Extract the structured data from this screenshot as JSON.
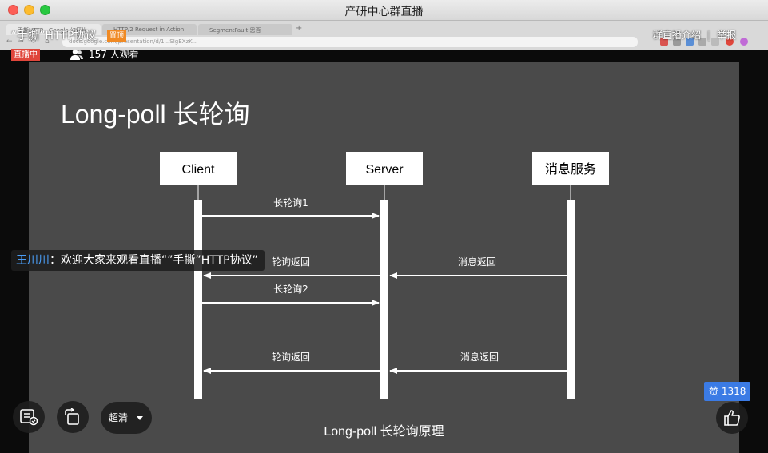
{
  "window": {
    "title": "产研中心群直播"
  },
  "browser": {
    "tabs": [
      "手撕HTTP - Google 幻灯片",
      "HTTP/2 Request in Action",
      "SegmentFault 思否"
    ],
    "url": "docs.google.com/presentation/d/1...SIgEXzK..."
  },
  "live": {
    "title": "“手撕”HTTP协议",
    "pin_tag": "置顶",
    "status": "直播中",
    "viewers": "157 人观看",
    "intro_link": "群直播介绍",
    "report_link": "举报"
  },
  "slide": {
    "title": "Long-poll 长轮询",
    "caption": "Long-poll 长轮询原理",
    "actors": [
      "Client",
      "Server",
      "消息服务"
    ],
    "messages": [
      {
        "label": "长轮询1",
        "direction": "client-to-server"
      },
      {
        "label": "轮询返回",
        "direction": "server-to-client"
      },
      {
        "label": "消息返回",
        "direction": "service-to-server"
      },
      {
        "label": "长轮询2",
        "direction": "client-to-server"
      },
      {
        "label": "轮询返回",
        "direction": "server-to-client"
      },
      {
        "label": "消息返回",
        "direction": "service-to-server"
      }
    ]
  },
  "chat": {
    "user": "王川川",
    "text": "：欢迎大家来观看直播“”手撕”HTTP协议”"
  },
  "controls": {
    "quality": "超清",
    "like_count": "赞 1318"
  },
  "colors": {
    "live_red": "#e0463b",
    "tag_orange": "#f08a24",
    "like_blue": "#3b7be5",
    "user_blue": "#4a9df5",
    "slide_bg": "#4a4a4a"
  }
}
